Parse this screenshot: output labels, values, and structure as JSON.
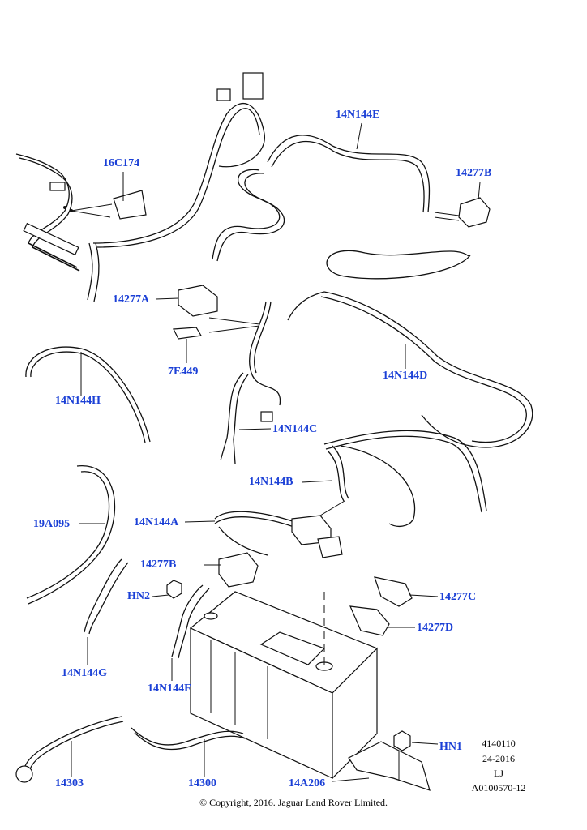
{
  "labels": {
    "l_14N144E": "14N144E",
    "l_16C174": "16C174",
    "l_14277B_top": "14277B",
    "l_14277A": "14277A",
    "l_7E449": "7E449",
    "l_14N144D": "14N144D",
    "l_14N144H": "14N144H",
    "l_14N144C": "14N144C",
    "l_14N144B": "14N144B",
    "l_19A095": "19A095",
    "l_14N144A": "14N144A",
    "l_14277B_mid": "14277B",
    "l_HN2": "HN2",
    "l_14277C": "14277C",
    "l_14277D": "14277D",
    "l_14N144G": "14N144G",
    "l_14N144F": "14N144F",
    "l_HN1": "HN1",
    "l_14303": "14303",
    "l_14300": "14300",
    "l_14A206": "14A206"
  },
  "reference": {
    "number": "4140110",
    "date": "24-2016",
    "initials": "LJ",
    "code": "A0100570-12"
  },
  "copyright": "© Copyright, 2016. Jaguar Land Rover Limited.",
  "colors": {
    "label": "#1a3fd6",
    "lines": "#111111",
    "background": "#ffffff"
  }
}
